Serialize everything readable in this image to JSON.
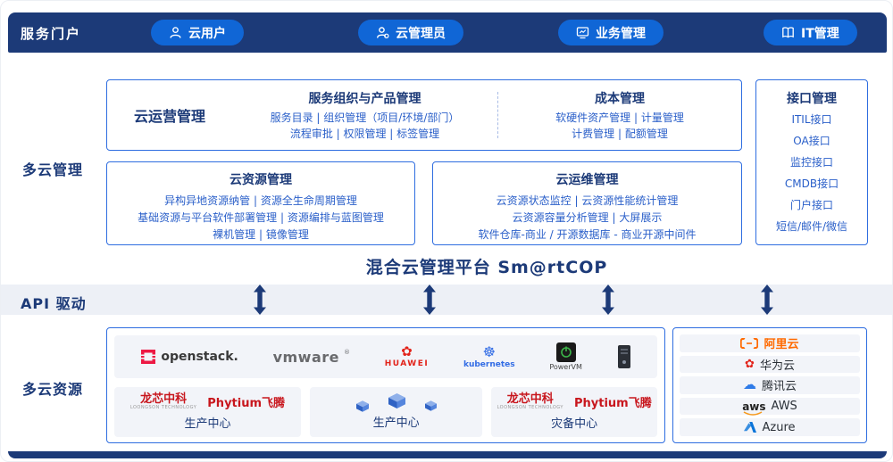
{
  "colors": {
    "navy": "#1c3a78",
    "pill_blue": "#1066d6",
    "border_blue": "#2e6de0",
    "text_blue": "#2a5fc9",
    "band_gray": "#edf0f6",
    "tile_gray": "#f2f4f9",
    "brand_red": "#e2231a",
    "alibaba_orange": "#ff6a00",
    "aws_orange": "#f5991e",
    "azure_blue": "#0a74d9",
    "kubernetes_blue": "#326ce5"
  },
  "portal": {
    "label": "服务门户",
    "buttons": [
      {
        "label": "云用户",
        "icon": "user-icon"
      },
      {
        "label": "云管理员",
        "icon": "admin-user-icon"
      },
      {
        "label": "业务管理",
        "icon": "business-monitor-icon"
      },
      {
        "label": "IT管理",
        "icon": "it-book-icon"
      }
    ]
  },
  "management": {
    "label": "多云管理",
    "operation": {
      "title": "云运营管理",
      "service_section": {
        "title": "服务组织与产品管理",
        "line1": "服务目录 | 组织管理（项目/环境/部门）",
        "line2": "流程审批 | 权限管理 | 标签管理"
      },
      "cost_section": {
        "title": "成本管理",
        "line1": "软硬件资产管理 | 计量管理",
        "line2": "计费管理 | 配额管理"
      }
    },
    "resource": {
      "title": "云资源管理",
      "line1": "异构异地资源纳管 | 资源全生命周期管理",
      "line2": "基础资源与平台软件部署管理 | 资源编排与蓝图管理",
      "line3": "裸机管理 | 镜像管理"
    },
    "ops": {
      "title": "云运维管理",
      "line1": "云资源状态监控 | 云资源性能统计管理",
      "line2": "云资源容量分析管理 | 大屏展示",
      "line3": "软件仓库-商业 / 开源数据库 - 商业开源中间件"
    },
    "interface": {
      "title": "接口管理",
      "items": [
        "ITIL接口",
        "OA接口",
        "监控接口",
        "CMDB接口",
        "门户接口",
        "短信/邮件/微信"
      ]
    },
    "platform_title": "混合云管理平台 Sm@rtCOP"
  },
  "api_band": {
    "label": "API 驱动"
  },
  "resources": {
    "label": "多云资源",
    "logos": [
      {
        "name": "openstack-logo",
        "label": "openstack."
      },
      {
        "name": "vmware-logo",
        "label": "vmware"
      },
      {
        "name": "huawei-logo",
        "label": "HUAWEI"
      },
      {
        "name": "kubernetes-logo",
        "label": "kubernetes"
      },
      {
        "name": "powervm-logo",
        "label": "PowerVM"
      },
      {
        "name": "server-icon",
        "label": ""
      }
    ],
    "centers": [
      {
        "brand1": "龙芯中科",
        "brand1_sub": "LOONGSON TECHNOLOGY",
        "brand2": "Phytium飞腾",
        "label": "生产中心"
      },
      {
        "label": "生产中心"
      },
      {
        "brand1": "龙芯中科",
        "brand1_sub": "LOONGSON TECHNOLOGY",
        "brand2": "Phytium飞腾",
        "label": "灾备中心"
      }
    ],
    "clouds": [
      {
        "name": "alibaba-cloud",
        "label": "阿里云"
      },
      {
        "name": "huawei-cloud",
        "label": "华为云"
      },
      {
        "name": "tencent-cloud",
        "label": "腾讯云"
      },
      {
        "name": "aws",
        "logo_text": "aws",
        "label": "AWS"
      },
      {
        "name": "azure",
        "label": "Azure"
      }
    ]
  }
}
